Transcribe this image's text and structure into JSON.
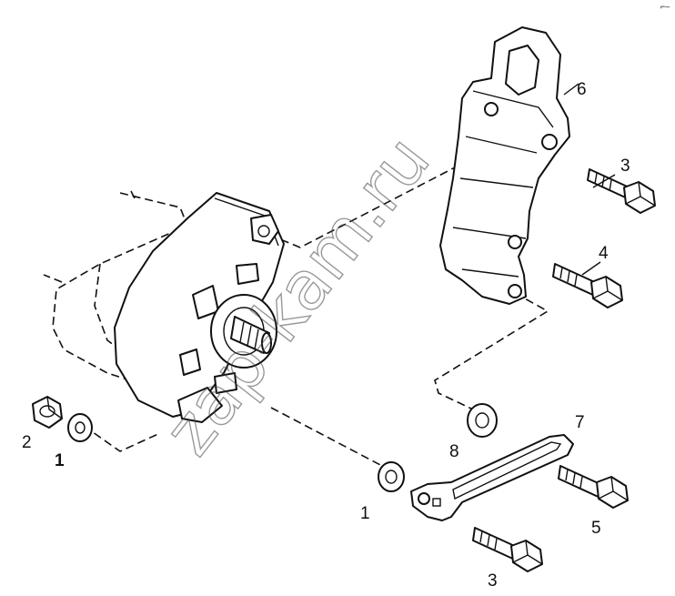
{
  "diagram": {
    "watermark": "zap-kam.ru",
    "corner_mark": "⌐–",
    "callouts": {
      "c1_left": "1",
      "c2": "2",
      "c1_mid": "1",
      "c3_top": "3",
      "c4": "4",
      "c5": "5",
      "c6": "6",
      "c7": "7",
      "c8": "8",
      "c3_bottom": "3"
    },
    "colors": {
      "line": "#111111",
      "background": "#ffffff"
    }
  }
}
